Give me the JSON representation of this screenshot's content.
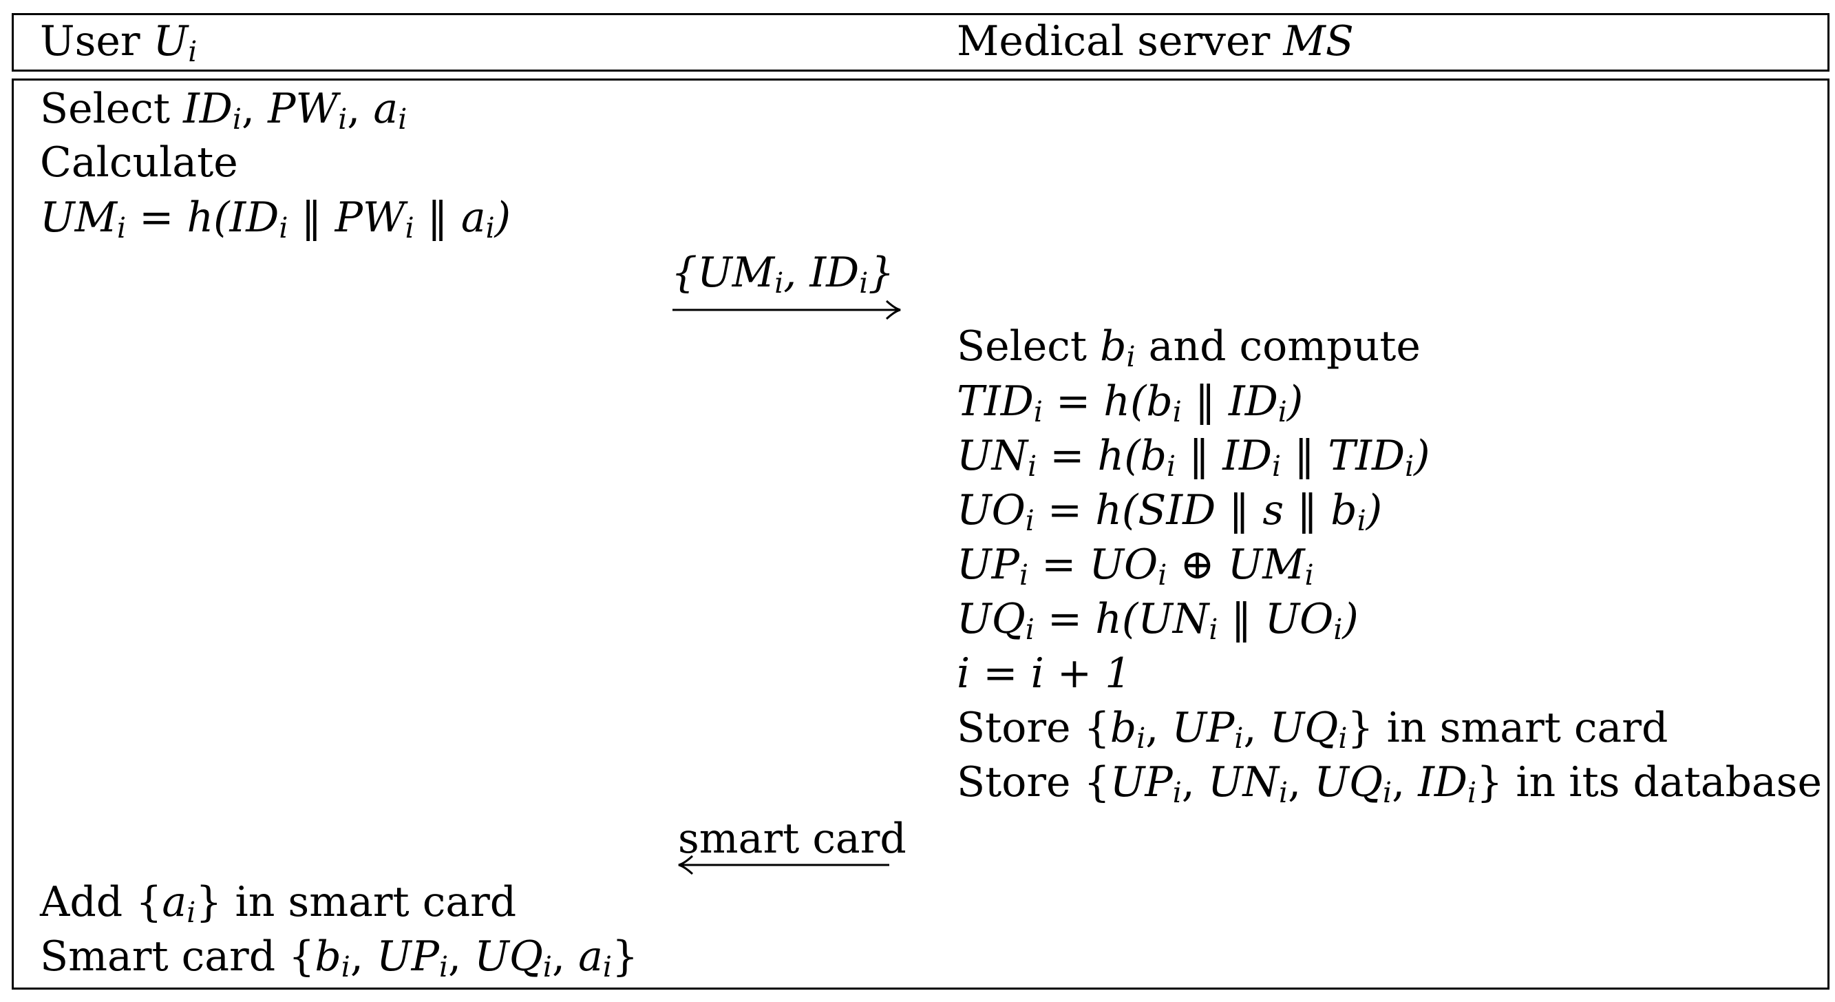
{
  "header": {
    "user_label": "User ",
    "user_symbol": "U",
    "user_sub": "i",
    "server_label": "Medical server ",
    "server_symbol": "MS"
  },
  "user_side": {
    "select_word": "Select ",
    "select_vars": [
      {
        "v": "ID",
        "s": "i"
      },
      {
        "v": "PW",
        "s": "i"
      },
      {
        "v": "a",
        "s": "i"
      }
    ],
    "calculate": "Calculate",
    "um_eq": {
      "lhs_v": "UM",
      "lhs_s": "i",
      "rhs": "= h(ID",
      "rhs2": " ‖ PW",
      "rhs3": " ‖ a",
      "close": ")"
    }
  },
  "messages": {
    "to_server": "{UM",
    "to_server_mid": ", ID",
    "to_server_end": "}",
    "to_user": "smart card"
  },
  "server_side": {
    "select_b_word1": "Select ",
    "select_b_var": "b",
    "select_b_word2": " and compute",
    "tid": "TID",
    "un": "UN",
    "uo": "UO",
    "up": "UP",
    "uq": "UQ",
    "incr": "i = i + 1",
    "store1_word": "Store ",
    "store1_tail": " in smart card",
    "store2_word": "Store ",
    "store2_tail": " in its database"
  },
  "user_final": {
    "add_word": "Add ",
    "add_tail": " in smart card",
    "smart_card_word": "Smart card "
  }
}
